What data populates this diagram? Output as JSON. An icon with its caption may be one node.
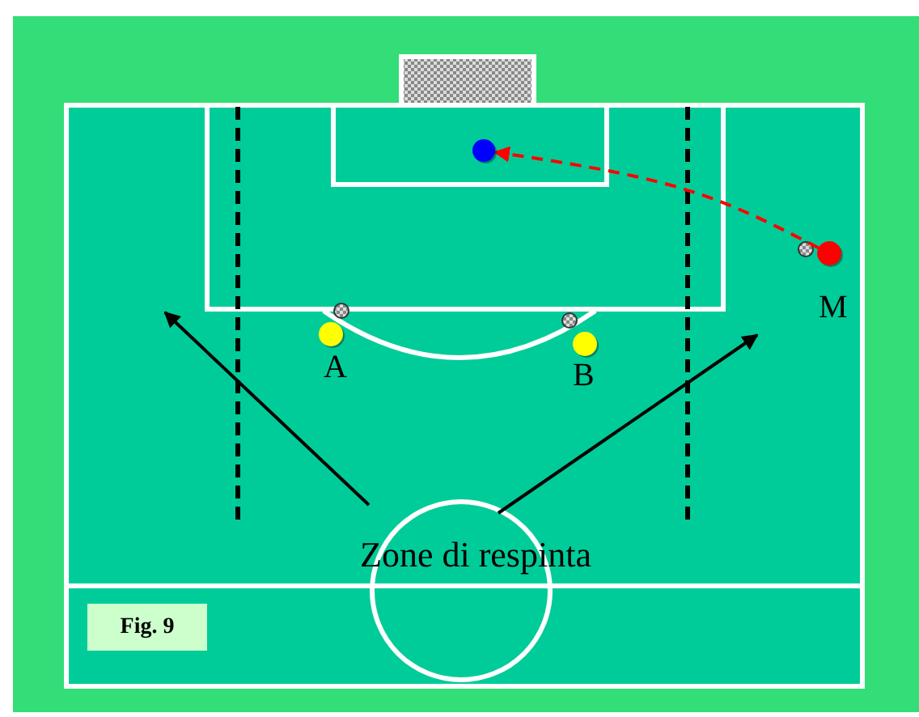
{
  "diagram": {
    "nodes": [
      {
        "text": [],
        "shape": "circle"
      },
      {
        "text": [],
        "shape": "circle",
        "beside": [
          "M"
        ]
      },
      {
        "text": [],
        "shape": "circle",
        "beside": [
          "A"
        ]
      },
      {
        "text": [],
        "shape": "circle",
        "beside": [
          "B"
        ]
      },
      {
        "text": [
          "Zone di respinta"
        ]
      },
      {
        "text": [
          "Fig. 9"
        ]
      }
    ],
    "edges": [
      {
        "from": 1,
        "to": 0,
        "arrow": "to",
        "style": "dashed",
        "color": "#ff0000"
      },
      {
        "from": 4,
        "to": null,
        "arrow": "to"
      },
      {
        "from": 4,
        "to": null,
        "arrow": "to"
      }
    ]
  }
}
